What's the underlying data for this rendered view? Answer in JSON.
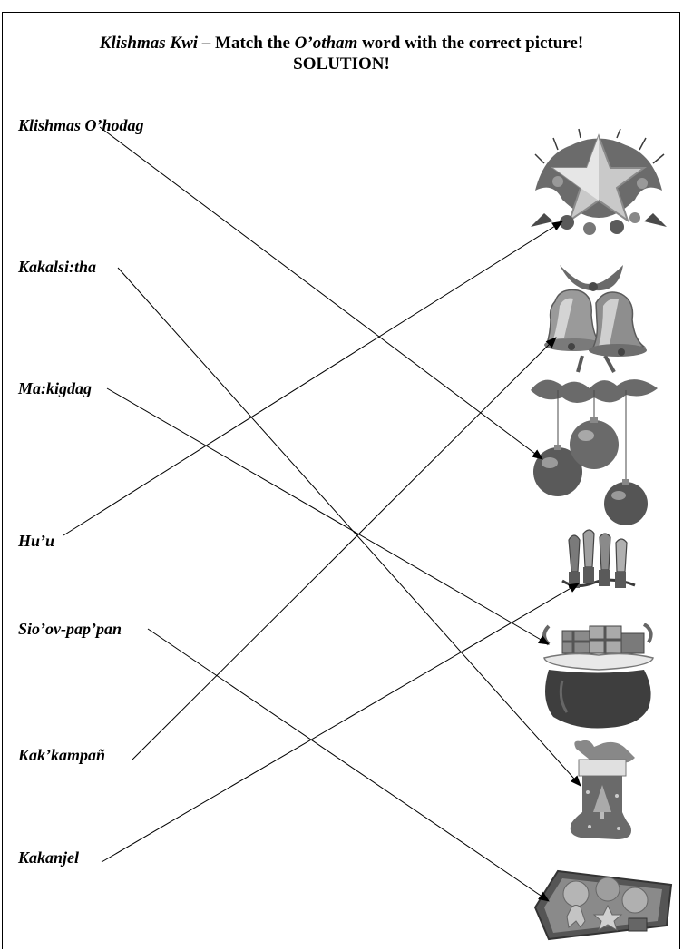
{
  "header": {
    "title_part1": "Klishmas Kwi",
    "title_dash": " – Match the ",
    "title_part2": "O’otham",
    "title_part3": " word with the correct picture!",
    "subtitle": "SOLUTION!"
  },
  "words": [
    "Klishmas O’hodag",
    "Kakalsi:tha",
    "Ma:kigdag",
    "Hu’u",
    "Sio’ov-pap’pan",
    "Kak’kampañ",
    "Kakanjel"
  ],
  "pictures": [
    "star-icon",
    "bells-icon",
    "ornaments-icon",
    "lights-icon",
    "gift-sack-icon",
    "stocking-icon",
    "cookies-icon"
  ],
  "colors": {
    "dark": "#3a3a3a",
    "mid": "#7a7a7a",
    "light": "#c8c8c8"
  }
}
